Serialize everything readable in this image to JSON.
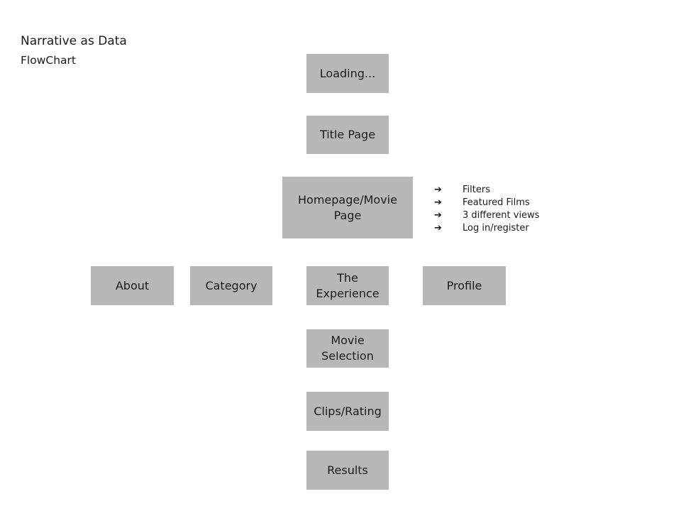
{
  "header": {
    "title": "Narrative as Data",
    "subtitle": "FlowChart"
  },
  "flowchart": {
    "nodes": {
      "loading": "Loading...",
      "title_page": "Title Page",
      "homepage": "Homepage/Movie Page",
      "about": "About",
      "category": "Category",
      "experience": "The Experience",
      "profile": "Profile",
      "movie_selection": "Movie Selection",
      "clips_rating": "Clips/Rating",
      "results": "Results"
    },
    "homepage_features": {
      "bullet_icon": "arrow-right-icon",
      "items": [
        "Filters",
        "Featured Films",
        "3 different views",
        "Log in/register"
      ]
    }
  },
  "colors": {
    "node_fill": "#b7b7b7",
    "text": "#1a1a1a",
    "background": "#ffffff"
  }
}
